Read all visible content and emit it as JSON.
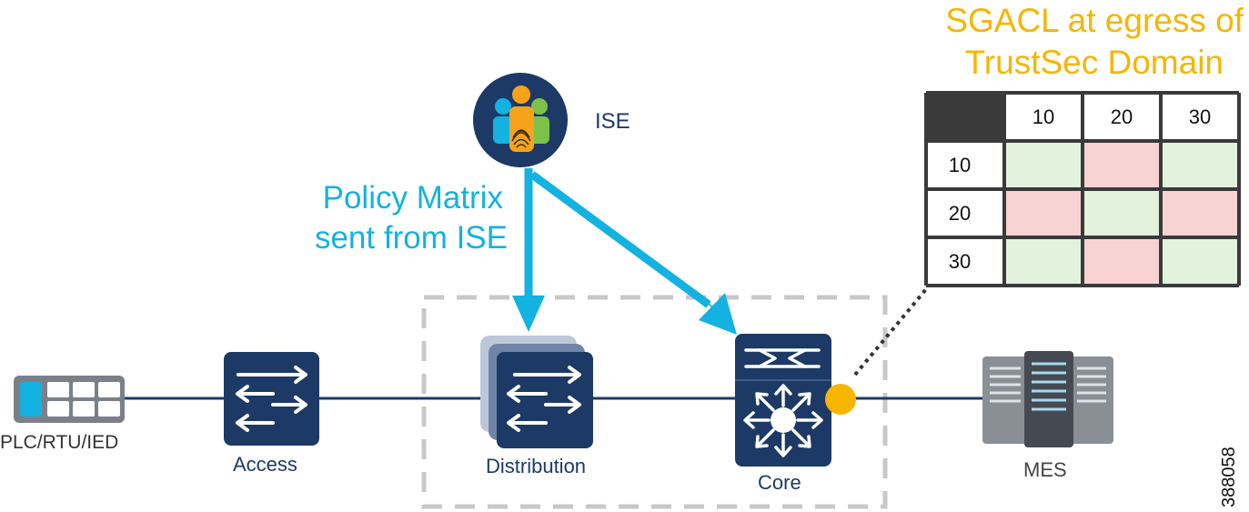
{
  "title": {
    "line1": "SGACL at egress of",
    "line2": "TrustSec Domain"
  },
  "policy_label": {
    "line1": "Policy Matrix",
    "line2": "sent from ISE"
  },
  "nodes": {
    "ise": "ISE",
    "plc": "PLC/RTU/IED",
    "access": "Access",
    "distribution": "Distribution",
    "core": "Core",
    "mes": "MES"
  },
  "matrix": {
    "col_headers": [
      "10",
      "20",
      "30"
    ],
    "row_headers": [
      "10",
      "20",
      "30"
    ],
    "cells": [
      [
        "permit",
        "deny",
        "permit"
      ],
      [
        "deny",
        "permit",
        "deny"
      ],
      [
        "permit",
        "deny",
        "permit"
      ]
    ]
  },
  "figure_id": "388058",
  "colors": {
    "navy": "#1d3a66",
    "cyan": "#14b2e0",
    "gold": "#f7b500",
    "permit": "#e2f2dc",
    "deny": "#f8d3d3",
    "dashed": "#c8c8c8"
  }
}
